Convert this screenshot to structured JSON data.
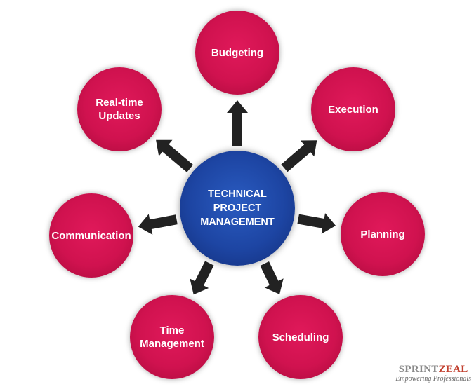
{
  "center": {
    "label": "TECHNICAL\nPROJECT\nMANAGEMENT",
    "color": "#1d45a3"
  },
  "nodes": [
    {
      "label": "Budgeting"
    },
    {
      "label": "Execution"
    },
    {
      "label": "Planning"
    },
    {
      "label": "Scheduling"
    },
    {
      "label": "Time\nManagement"
    },
    {
      "label": "Communication"
    },
    {
      "label": "Real-time\nUpdates"
    }
  ],
  "node_color": "#d0124f",
  "arrow_color": "#222222",
  "logo": {
    "brand_part1": "SPRINT",
    "brand_part2": "ZEAL",
    "tagline": "Empowering Professionals"
  }
}
